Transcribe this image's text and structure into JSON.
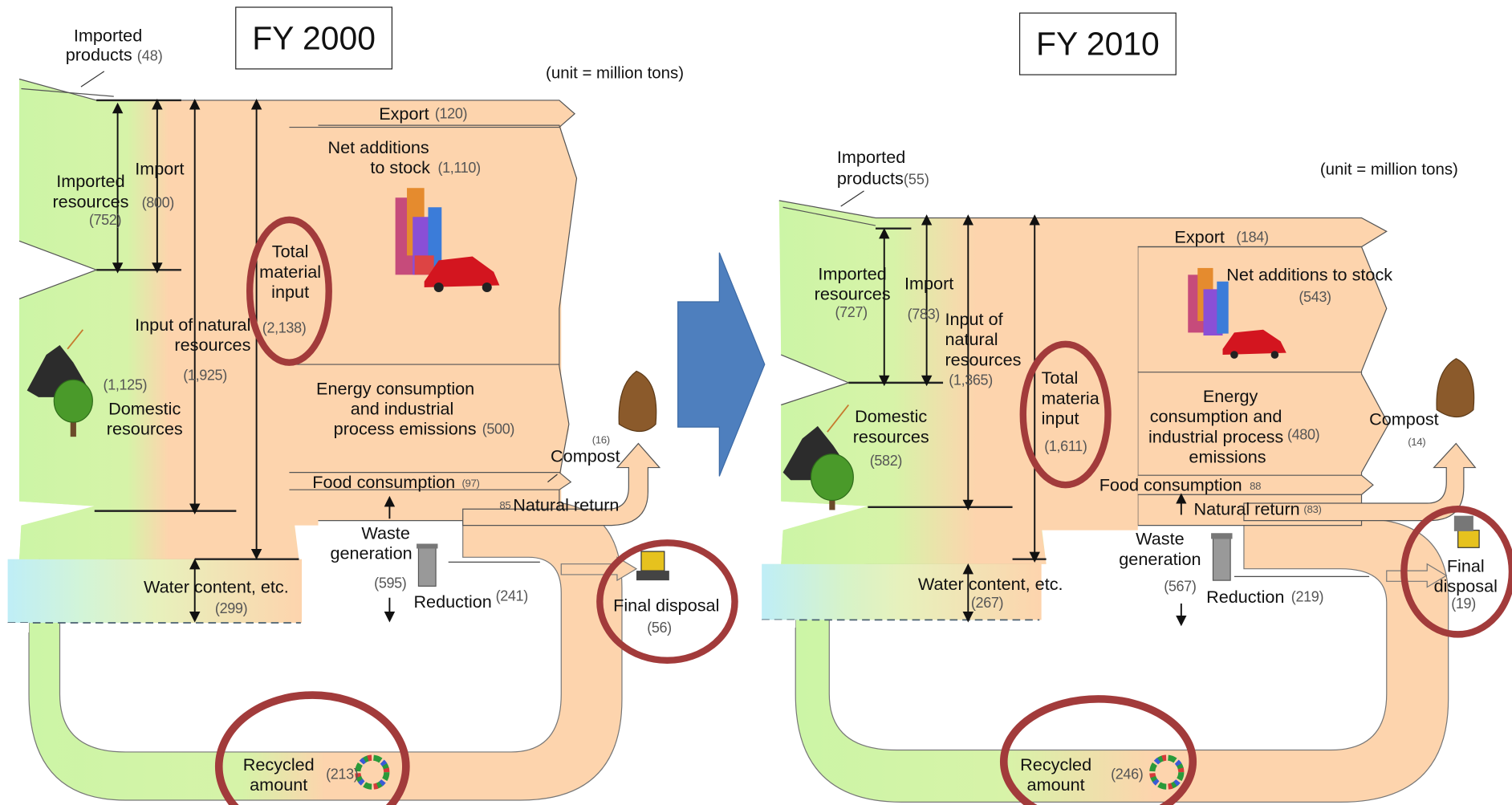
{
  "fy2000": {
    "title": "FY 2000",
    "unit": "(unit = million tons)",
    "imported_products": {
      "label_1": "Imported",
      "label_2": "products",
      "value": "(48)"
    },
    "imported_resources": {
      "label_1": "Imported",
      "label_2": "resources",
      "value": "(752)"
    },
    "import": {
      "label": "Import",
      "value": "(800)"
    },
    "input_natural": {
      "label_1": "Input of natural",
      "label_2": "resources",
      "value": "(1,925)"
    },
    "domestic": {
      "label_1": "Domestic",
      "label_2": "resources",
      "value": "(1,125)"
    },
    "total_material": {
      "label_1": "Total",
      "label_2": "material",
      "label_3": "input",
      "value": "(2,138)"
    },
    "export": {
      "label": "Export",
      "value": "(120)"
    },
    "net_additions": {
      "label_1": "Net additions",
      "label_2": "to stock",
      "value": "(1,110)"
    },
    "energy": {
      "label_1": "Energy consumption",
      "label_2": "and industrial",
      "label_3": "process emissions",
      "value": "(500)"
    },
    "food": {
      "label": "Food consumption",
      "value": "(97)"
    },
    "compost": {
      "label": "Compost",
      "value": "(16)"
    },
    "natural_return": {
      "label": "Natural return",
      "value": "85"
    },
    "waste": {
      "label_1": "Waste",
      "label_2": "generation",
      "value": "(595)"
    },
    "reduction": {
      "label": "Reduction",
      "value": "(241)"
    },
    "water": {
      "label": "Water content, etc.",
      "value": "(299)"
    },
    "final_disposal": {
      "label": "Final disposal",
      "value": "(56)"
    },
    "recycled": {
      "label_1": "Recycled",
      "label_2": "amount",
      "value": "(213)"
    }
  },
  "fy2010": {
    "title": "FY 2010",
    "unit": "(unit = million tons)",
    "imported_products": {
      "label_1": "Imported",
      "label_2": "products",
      "value": "(55)"
    },
    "imported_resources": {
      "label_1": "Imported",
      "label_2": "resources",
      "value": "(727)"
    },
    "import": {
      "label": "Import",
      "value": "(783)"
    },
    "input_natural": {
      "label_1": "Input of",
      "label_2": "natural",
      "label_3": "resources",
      "value": "(1,365)"
    },
    "domestic": {
      "label_1": "Domestic",
      "label_2": "resources",
      "value": "(582)"
    },
    "total_material": {
      "label_1": "Total",
      "label_2": "materia",
      "label_3": "input",
      "value": "(1,611)"
    },
    "export": {
      "label": "Export",
      "value": "(184)"
    },
    "net_additions": {
      "label": "Net additions to stock",
      "value": "(543)"
    },
    "energy": {
      "label_1": "Energy",
      "label_2": "consumption and",
      "label_3": "industrial process",
      "label_4": "emissions",
      "value": "(480)"
    },
    "food": {
      "label": "Food consumption",
      "value": "88"
    },
    "compost": {
      "label": "Compost",
      "value": "(14)"
    },
    "natural_return": {
      "label": "Natural return",
      "value": "(83)"
    },
    "waste": {
      "label_1": "Waste",
      "label_2": "generation",
      "value": "(567)"
    },
    "reduction": {
      "label": "Reduction",
      "value": "(219)"
    },
    "water": {
      "label": "Water content, etc.",
      "value": "(267)"
    },
    "final_disposal": {
      "label_1": "Final",
      "label_2": "disposal",
      "value": "(19)"
    },
    "recycled": {
      "label_1": "Recycled",
      "label_2": "amount",
      "value": "(246)"
    }
  },
  "colors": {
    "green": "#ccf5a6",
    "peach": "#fdd4ad",
    "water": "#bfeef7",
    "highlight_circle": "#a23b3b",
    "arrow_blue": "#4e7fbe"
  },
  "icons": [
    "mountain-icon",
    "tree-icon",
    "buildings-icon",
    "car-icon",
    "trash-can-icon",
    "bulldozer-icon",
    "recycle-icon",
    "compost-icon"
  ]
}
